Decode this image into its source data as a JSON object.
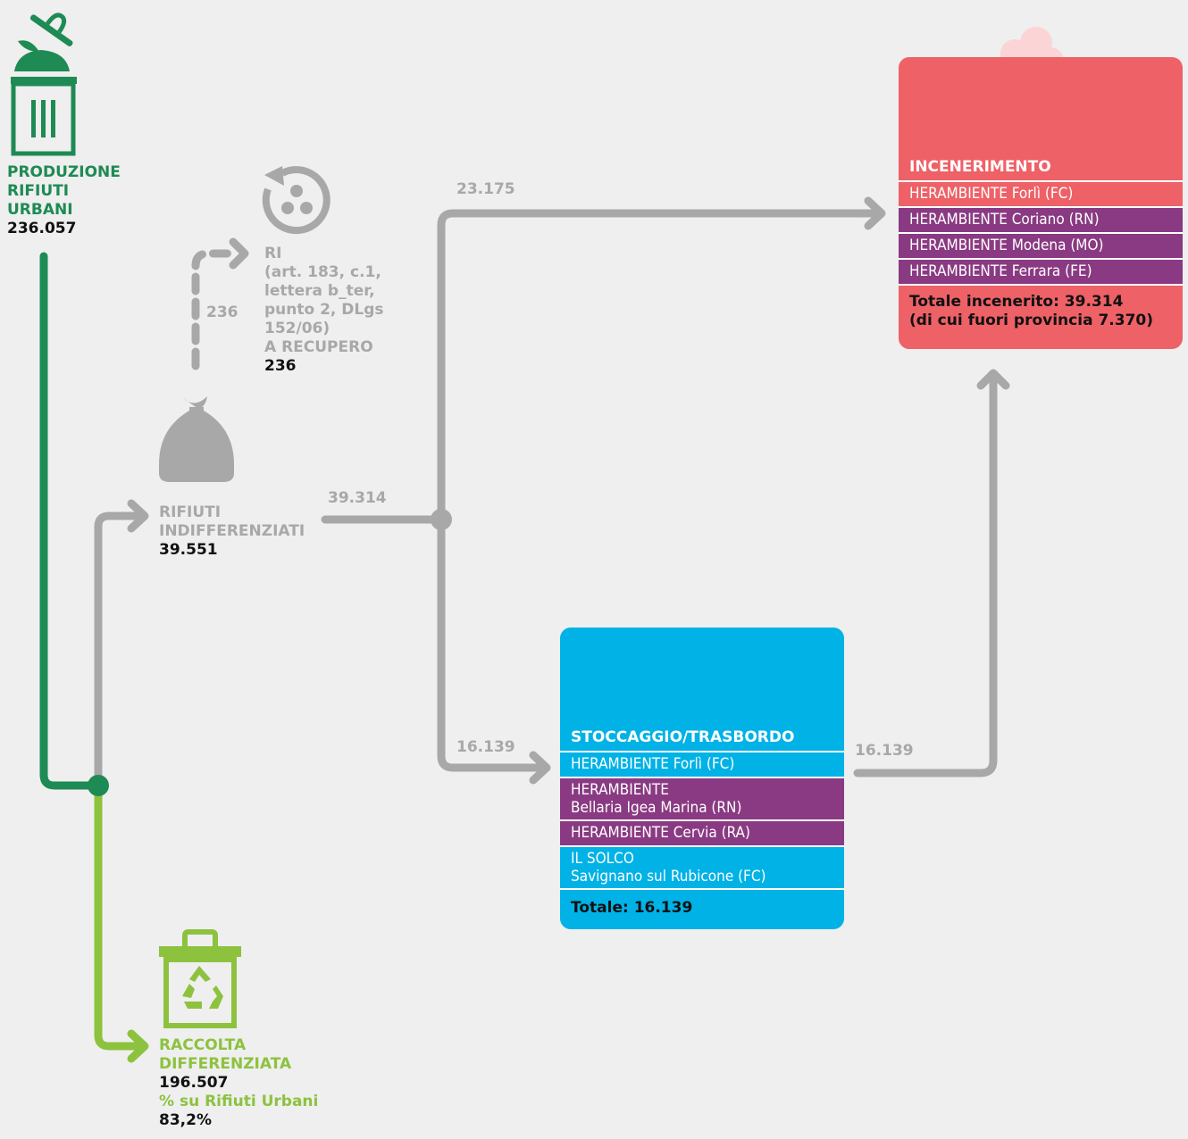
{
  "production": {
    "label_lines": [
      "PRODUZIONE",
      "RIFIUTI",
      "URBANI"
    ],
    "value": "236.057"
  },
  "undifferentiated": {
    "label_lines": [
      "RIFIUTI",
      "INDIFFERENZIATI"
    ],
    "value": "39.551"
  },
  "recovery": {
    "label_lines": [
      "RI",
      "(art. 183, c.1,",
      "lettera b_ter,",
      "punto 2, DLgs",
      "152/06)",
      "A RECUPERO"
    ],
    "value": "236",
    "flow": "236"
  },
  "separate": {
    "label_lines": [
      "RACCOLTA",
      "DIFFERENZIATA"
    ],
    "value": "196.507",
    "pct_label": "% su Rifiuti Urbani",
    "pct_value": "83,2%"
  },
  "flows": {
    "to_split": "39.314",
    "to_incineration": "23.175",
    "to_storage": "16.139",
    "storage_to_incineration": "16.139"
  },
  "incineration": {
    "title": "INCENERIMENTO",
    "plants": [
      "HERAMBIENTE Forlì (FC)",
      "HERAMBIENTE Coriano (RN)",
      "HERAMBIENTE Modena (MO)",
      "HERAMBIENTE Ferrara (FE)"
    ],
    "total_line1": "Totale incenerito: 39.314",
    "total_line2": "(di cui fuori provincia 7.370)"
  },
  "storage": {
    "title": "STOCCAGGIO/TRASBORDO",
    "plant1": "HERAMBIENTE Forlì (FC)",
    "plant2_line1": "HERAMBIENTE",
    "plant2_line2": "Bellaria Igea Marina (RN)",
    "plant3": "HERAMBIENTE Cervia (RA)",
    "plant4_line1": "IL SOLCO",
    "plant4_line2": "Savignano sul Rubicone (FC)",
    "total": "Totale: 16.139"
  },
  "colors": {
    "dark_green": "#1e8a54",
    "light_green": "#8dc23f",
    "gray": "#a8a8a8",
    "incineration_red": "#ee6167",
    "storage_blue": "#00b2e6",
    "purple_row": "#8a3a82"
  },
  "icons": [
    "trash-bin-icon",
    "garbage-bag-icon",
    "recycle-arrow-icon",
    "recycling-bin-icon",
    "incinerator-plant-icon",
    "truck-icon",
    "forklift-icon"
  ]
}
